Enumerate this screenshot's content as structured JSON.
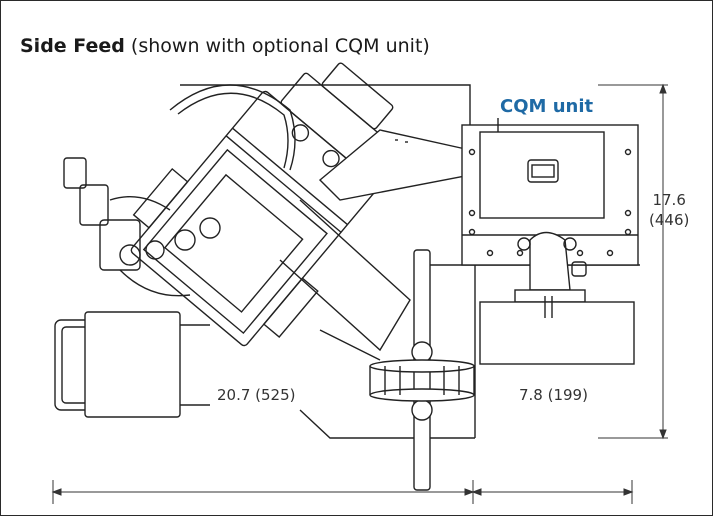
{
  "title": {
    "bold": "Side Feed",
    "rest": " (shown with optional CQM unit)"
  },
  "labels": {
    "cqm_unit": "CQM unit"
  },
  "dimensions": {
    "height_in": "17.6",
    "height_mm": "(446)",
    "width_main": "20.7 (525)",
    "width_cqm": "7.8 (199)"
  },
  "colors": {
    "accent": "#1f6aa5",
    "line": "#222222"
  }
}
